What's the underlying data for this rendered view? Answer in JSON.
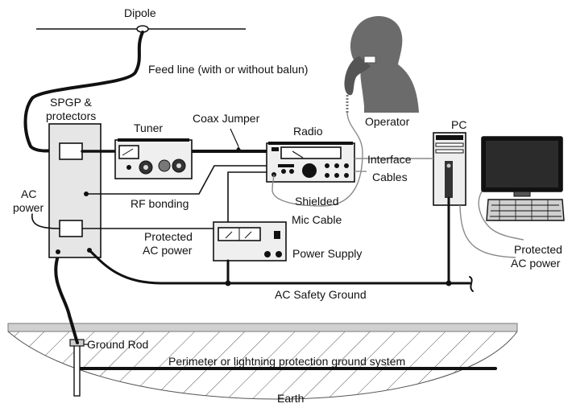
{
  "labels": {
    "dipole": "Dipole",
    "feed_line": "Feed line (with or without balun)",
    "spgp_line1": "SPGP &",
    "spgp_line2": "protectors",
    "tuner": "Tuner",
    "coax_jumper": "Coax Jumper",
    "radio": "Radio",
    "operator": "Operator",
    "pc": "PC",
    "ac_power_line1": "AC",
    "ac_power_line2": "power",
    "interface_line1": "Interface",
    "interface_line2": "Cables",
    "rf_bonding": "RF bonding",
    "shielded": "Shielded",
    "mic_cable": "Mic Cable",
    "protected_ac_line1": "Protected",
    "protected_ac_line2": "AC power",
    "power_supply": "Power Supply",
    "protected_ac_pc_line1": "Protected",
    "protected_ac_pc_line2": "AC power",
    "ac_safety_ground": "AC Safety Ground",
    "ground_rod": "Ground Rod",
    "perimeter": "Perimeter or lightning protection ground system",
    "earth": "Earth"
  },
  "colors": {
    "wire": "#111111",
    "panel": "#e6e6e6",
    "earth_line": "#7a7a7a",
    "silhouette": "#6b6b6b",
    "gray_cable": "#8a8a8a"
  }
}
